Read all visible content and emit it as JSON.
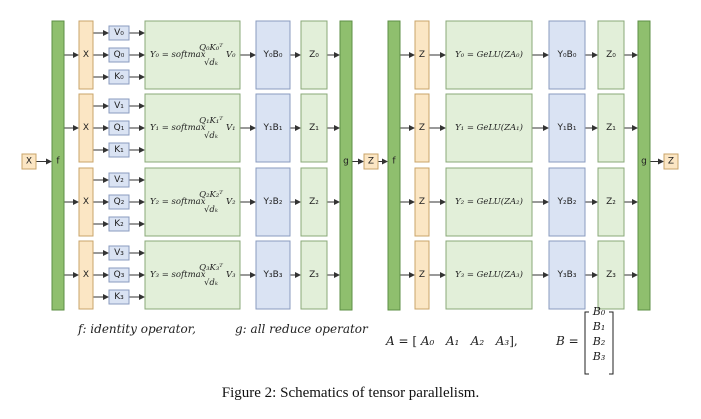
{
  "left_panel": {
    "input_label": "X",
    "f_label": "f",
    "g_label": "g",
    "output_label": "Z",
    "branches": [
      {
        "x": "X",
        "v": "V₀",
        "q": "Q₀",
        "k": "K₀",
        "attn_lhs": "Y₀ = softmax",
        "attn_num": "Q₀K₀ᵀ",
        "attn_den": "√dₖ",
        "attn_rhs": "V₀",
        "yb": "Y₀B₀",
        "z": "Z₀"
      },
      {
        "x": "X",
        "v": "V₁",
        "q": "Q₁",
        "k": "K₁",
        "attn_lhs": "Y₁ = softmax",
        "attn_num": "Q₁K₁ᵀ",
        "attn_den": "√dₖ",
        "attn_rhs": "V₁",
        "yb": "Y₁B₁",
        "z": "Z₁"
      },
      {
        "x": "X",
        "v": "V₂",
        "q": "Q₂",
        "k": "K₂",
        "attn_lhs": "Y₂ = softmax",
        "attn_num": "Q₂K₂ᵀ",
        "attn_den": "√dₖ",
        "attn_rhs": "V₂",
        "yb": "Y₂B₂",
        "z": "Z₂"
      },
      {
        "x": "X",
        "v": "V₃",
        "q": "Q₃",
        "k": "K₃",
        "attn_lhs": "Y₃ = softmax",
        "attn_num": "Q₃K₃ᵀ",
        "attn_den": "√dₖ",
        "attn_rhs": "V₃",
        "yb": "Y₃B₃",
        "z": "Z₃"
      }
    ]
  },
  "right_panel": {
    "input_label": "Z",
    "f_label": "f",
    "g_label": "g",
    "output_label": "Z",
    "branches": [
      {
        "z_in": "Z",
        "gelu": "Y₀ = GeLU(ZA₀)",
        "yb": "Y₀B₀",
        "z": "Z₀"
      },
      {
        "z_in": "Z",
        "gelu": "Y₁ = GeLU(ZA₁)",
        "yb": "Y₁B₁",
        "z": "Z₁"
      },
      {
        "z_in": "Z",
        "gelu": "Y₂ = GeLU(ZA₂)",
        "yb": "Y₂B₂",
        "z": "Z₂"
      },
      {
        "z_in": "Z",
        "gelu": "Y₃ = GeLU(ZA₃)",
        "yb": "Y₃B₃",
        "z": "Z₃"
      }
    ]
  },
  "notes": {
    "f_note": "f: identity operator,",
    "g_note": "g: all reduce operator"
  },
  "formula_a": {
    "lhs": "A",
    "eq": "= [",
    "items": [
      "A₀",
      "A₁",
      "A₂",
      "A₃"
    ],
    "close": "],"
  },
  "formula_b": {
    "lhs": "B =",
    "items": [
      "B₀",
      "B₁",
      "B₂",
      "B₃"
    ]
  },
  "caption": "Figure 2: Schematics of tensor parallelism.",
  "colors": {
    "green_bar": "#8fbf6e",
    "green_bar_border": "#5e8f45",
    "orange_box": "#fbe6c4",
    "orange_border": "#c9a46a",
    "green_box": "#e2efd9",
    "green_border": "#8aa878",
    "blue_box": "#dae3f3",
    "blue_border": "#8a9bbf",
    "line": "#333333"
  }
}
